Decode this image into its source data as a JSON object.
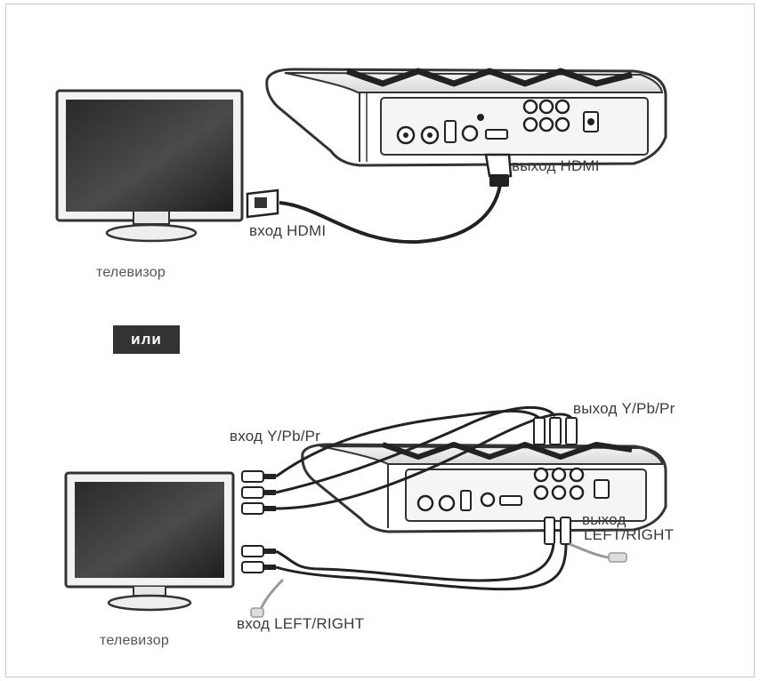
{
  "diagram": {
    "top": {
      "tv_label": "телевизор",
      "tv_input_label": "вход HDMI",
      "box_output_label": "выход HDMI"
    },
    "separator": "или",
    "bottom": {
      "tv_label": "телевизор",
      "tv_component_input_label": "вход Y/Pb/Pr",
      "tv_audio_input_label": "вход LEFT/RIGHT",
      "box_component_output_label": "выход Y/Pb/Pr",
      "box_audio_output_label_line1": "выход",
      "box_audio_output_label_line2": "LEFT/RIGHT"
    }
  }
}
